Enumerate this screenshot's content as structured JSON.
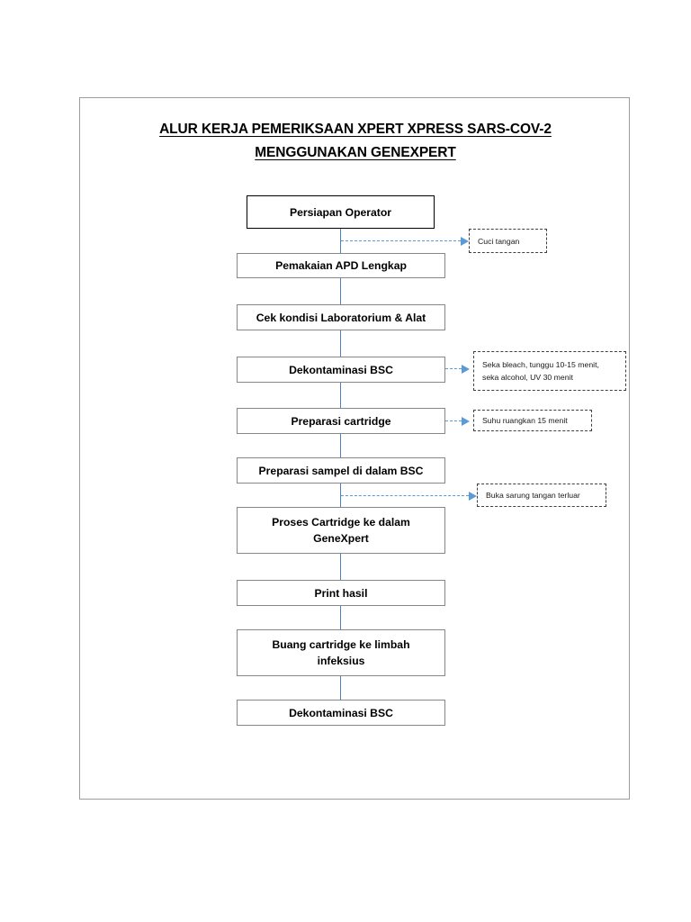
{
  "document": {
    "title_line_1": "ALUR KERJA PEMERIKSAAN XPERT XPRESS SARS-COV-2",
    "title_line_2": "MENGGUNAKAN GENEXPERT"
  },
  "colors": {
    "connector_blue": "#4f81bd",
    "arrow_blue": "#5b9bd5",
    "box_border": "#878787",
    "emphasis_border": "#000000",
    "page_border": "#9c9c9c"
  },
  "flow": {
    "steps": [
      {
        "id": "step-1",
        "label": "Persiapan Operator"
      },
      {
        "id": "step-2",
        "label": "Pemakaian APD Lengkap"
      },
      {
        "id": "step-3",
        "label": "Cek kondisi Laboratorium & Alat"
      },
      {
        "id": "step-4",
        "label": "Dekontaminasi BSC"
      },
      {
        "id": "step-5",
        "label": "Preparasi cartridge"
      },
      {
        "id": "step-6",
        "label": "Preparasi sampel di dalam BSC"
      },
      {
        "id": "step-7",
        "label_line_1": "Proses Cartridge ke dalam",
        "label_line_2": "GeneXpert"
      },
      {
        "id": "step-8",
        "label": "Print hasil"
      },
      {
        "id": "step-9",
        "label_line_1": "Buang cartridge ke limbah",
        "label_line_2": "infeksius"
      },
      {
        "id": "step-10",
        "label": "Dekontaminasi BSC"
      }
    ],
    "notes": [
      {
        "id": "note-1",
        "label": "Cuci tangan"
      },
      {
        "id": "note-2",
        "label_line_1": "Seka bleach, tunggu 10-15 menit,",
        "label_line_2": "seka alcohol, UV 30 menit"
      },
      {
        "id": "note-3",
        "label": "Suhu ruangkan 15 menit"
      },
      {
        "id": "note-4",
        "label": "Buka sarung tangan terluar"
      }
    ]
  }
}
